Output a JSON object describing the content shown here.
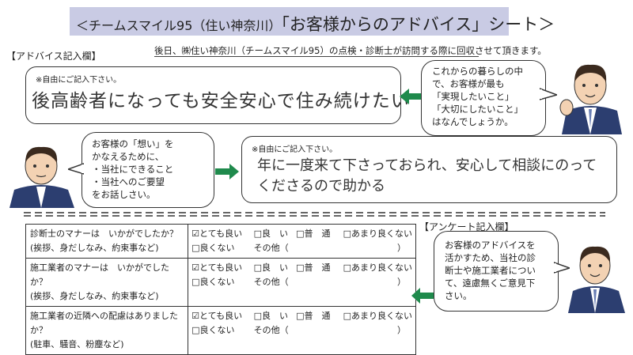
{
  "banner": {
    "prefix": "＜チームスマイル95（住い神奈川）",
    "title": "「お客様からのアドバイス」シート＞"
  },
  "advice_section": {
    "label": "【アドバイス記入欄】",
    "notice": "後日、㈱住い神奈川（チームスマイル95）の点検・診断士が訪問する際に回収させて頂きます。",
    "box1": {
      "note": "※自由にご記入下さい。",
      "handwriting": "後高齢者になっても安全安心で住み続けたい"
    },
    "prompt1_lines": [
      "これからの暮らしの中",
      "で、お客様が最も",
      "「実現したいこと」",
      "「大切にしたいこと」",
      "はなんでしょうか。"
    ],
    "prompt2_lines": [
      "お客様の「想い」を",
      "かなえるために、",
      "・当社にできること",
      "・当社へのご要望",
      "をお話しさい。"
    ],
    "box2": {
      "note": "※自由にご記入下さい。",
      "handwriting_lines": [
        "年に一度来て下さっておられ、安心して相談にのって",
        "くださるので助かる"
      ]
    }
  },
  "survey": {
    "label": "【アンケート記入欄】",
    "questions": [
      {
        "q1": "診断士のマナーは　いかがでしたか？",
        "q2": "(挨拶、身だしなみ、約束事など)"
      },
      {
        "q1": "施工業者のマナーは　いかがでしたか？",
        "q2": "(挨拶、身だしなみ、約束事など)"
      },
      {
        "q1": "施工業者の近隣への配慮はありましたか？",
        "q2": "(駐車、騒音、粉塵など)"
      }
    ],
    "options": {
      "very_good": "とても良い",
      "good": "良　い",
      "normal": "普　通",
      "not_good": "あまり良くない",
      "bad": "良くない",
      "other": "その他（",
      "close": "）"
    },
    "checked": [
      "very_good",
      "very_good",
      "very_good"
    ],
    "prompt3_lines": [
      "お客様のアドバイスを",
      "活かすため、当社の診",
      "断士や施工業者につい",
      "て、遠慮無くご意見下",
      "さい。"
    ]
  },
  "colors": {
    "banner": "#c9cbe4",
    "arrow_green": "#1f8a4c"
  }
}
